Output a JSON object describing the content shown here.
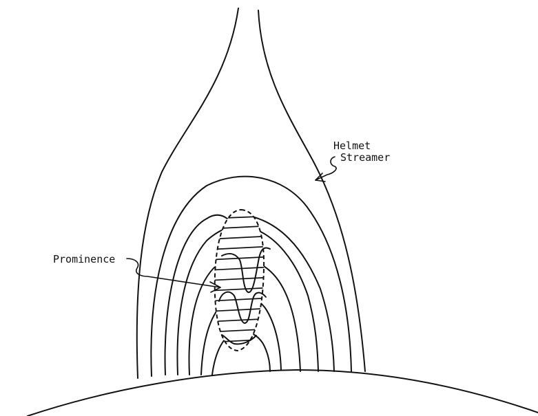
{
  "labels": {
    "prominence": "Prominence",
    "helmet_line1": "Helmet",
    "helmet_line2": "Streamer"
  }
}
